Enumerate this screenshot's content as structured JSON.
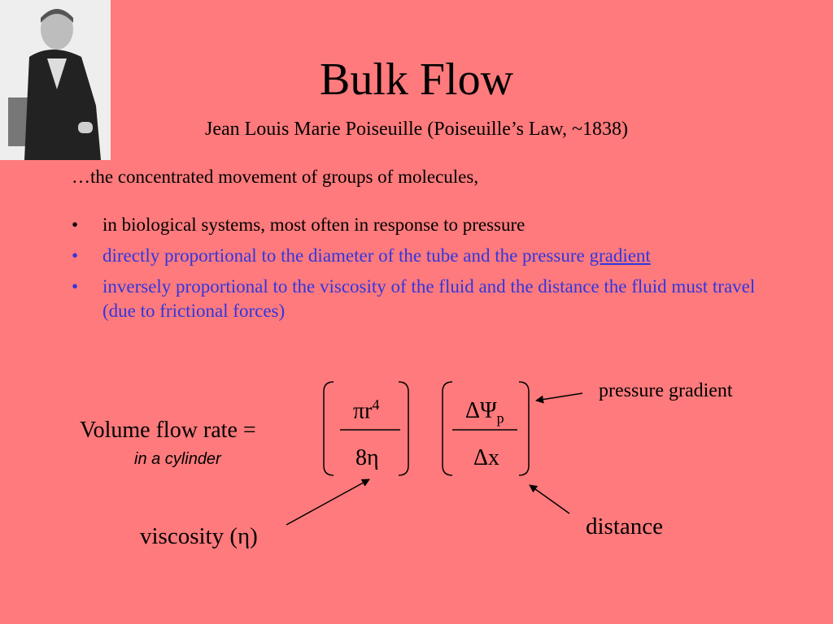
{
  "slide": {
    "title": "Bulk Flow",
    "subtitle": "Jean Louis Marie Poiseuille (Poiseuille’s Law, ~1838)",
    "intro": "…the concentrated movement of groups of molecules,",
    "bullet_symbol": "•",
    "bullets": [
      {
        "text": "in biological systems, most often in response to pressure"
      },
      {
        "text_part1": "directly proportional to the diameter of the tube and the pressure ",
        "text_underlined": "gradient"
      },
      {
        "text": "inversely proportional to the viscosity of the fluid and the distance the fluid must travel (due to frictional forces)"
      }
    ],
    "colors": {
      "background": "#ff7a7c",
      "accent_blue": "#2f36e0",
      "text": "#000000"
    }
  },
  "equation": {
    "lhs": "Volume flow rate =",
    "lhs_note": "in a cylinder",
    "frac1": {
      "num_main": "πr",
      "num_sup": "4",
      "den": "8η"
    },
    "frac2": {
      "num_main": "ΔΨ",
      "num_sub": "p",
      "den": "Δx"
    }
  },
  "annotations": {
    "pressure_gradient": "pressure gradient",
    "distance": "distance",
    "viscosity": "viscosity (η)"
  }
}
